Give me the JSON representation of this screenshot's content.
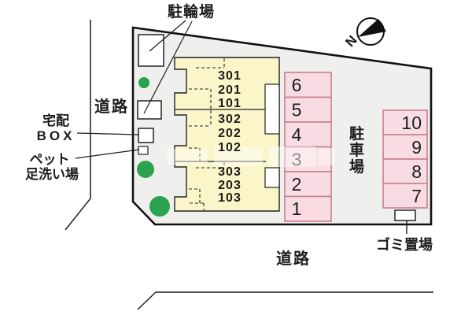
{
  "labels": {
    "bicycle_parking": "駐輪場",
    "road_left": "道路",
    "road_bottom": "道路",
    "delivery_box_line1": "宅配",
    "delivery_box_line2": "BOX",
    "pet_wash_line1": "ペット",
    "pet_wash_line2": "足洗い場",
    "parking_lot_chars": [
      "駐",
      "車",
      "場"
    ],
    "garbage_area": "ゴミ置場",
    "compass_north": "N"
  },
  "building": {
    "units": [
      [
        "301",
        "201",
        "101"
      ],
      [
        "302",
        "202",
        "102"
      ],
      [
        "303",
        "203",
        "103"
      ]
    ]
  },
  "parking": {
    "main_column": [
      "6",
      "5",
      "4",
      "3",
      "2",
      "1"
    ],
    "right_column": [
      "10",
      "9",
      "8",
      "7"
    ]
  },
  "colors": {
    "building_fill": "#fbf6c9",
    "parking_fill": "#f9dce3",
    "parking_border": "#c9808d",
    "plot_fill": "#efefed",
    "tree_green": "#2ba24e",
    "line": "#1c1c1c"
  }
}
